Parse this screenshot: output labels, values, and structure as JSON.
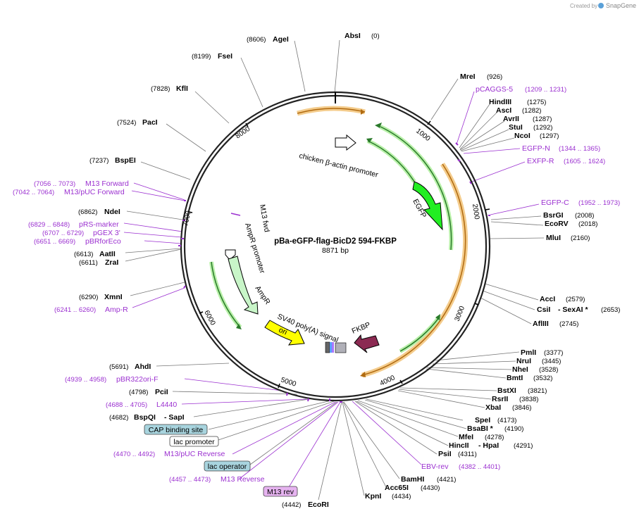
{
  "header": {
    "created_by": "Created by",
    "brand": "SnapGene",
    "brand_color": "#5aa0d8"
  },
  "plasmid": {
    "name": "pBa-eGFP-flag-BicD2 594-FKBP",
    "length_label": "8871 bp"
  },
  "ticks": [
    "1000",
    "2000",
    "3000",
    "4000",
    "5000",
    "6000",
    "7000",
    "8000"
  ],
  "enzymes": [
    {
      "name": "AbsI",
      "pos": "(0)"
    },
    {
      "name": "MreI",
      "pos": "(926)"
    },
    {
      "name": "HindIII",
      "pos": "(1275)"
    },
    {
      "name": "AscI",
      "pos": "(1282)"
    },
    {
      "name": "AvrII",
      "pos": "(1287)"
    },
    {
      "name": "StuI",
      "pos": "(1292)"
    },
    {
      "name": "NcoI",
      "pos": "(1297)"
    },
    {
      "name": "BsrGI",
      "pos": "(2008)"
    },
    {
      "name": "EcoRV",
      "pos": "(2018)"
    },
    {
      "name": "MluI",
      "pos": "(2160)"
    },
    {
      "name": "AccI",
      "pos": "(2579)"
    },
    {
      "name": "CsiI",
      "pos": "(2653)",
      "extra": "- SexAI *"
    },
    {
      "name": "AflIII",
      "pos": "(2745)"
    },
    {
      "name": "PmlI",
      "pos": "(3377)"
    },
    {
      "name": "NruI",
      "pos": "(3445)"
    },
    {
      "name": "NheI",
      "pos": "(3528)"
    },
    {
      "name": "BmtI",
      "pos": "(3532)"
    },
    {
      "name": "BstXI",
      "pos": "(3821)"
    },
    {
      "name": "RsrII",
      "pos": "(3838)"
    },
    {
      "name": "XbaI",
      "pos": "(3846)"
    },
    {
      "name": "SpeI",
      "pos": "(4173)"
    },
    {
      "name": "BsaBI *",
      "pos": "(4190)"
    },
    {
      "name": "MfeI",
      "pos": "(4278)"
    },
    {
      "name": "HincII",
      "pos": "(4291)",
      "extra": "- HpaI"
    },
    {
      "name": "PsiI",
      "pos": "(4311)"
    },
    {
      "name": "BamHI",
      "pos": "(4421)"
    },
    {
      "name": "Acc65I",
      "pos": "(4430)"
    },
    {
      "name": "KpnI",
      "pos": "(4434)"
    },
    {
      "name": "EcoRI",
      "pos": "(4442)"
    },
    {
      "name": "BspQI",
      "pos": "(4682)",
      "extra": "- SapI"
    },
    {
      "name": "PciI",
      "pos": "(4798)"
    },
    {
      "name": "AhdI",
      "pos": "(5691)"
    },
    {
      "name": "XmnI",
      "pos": "(6290)"
    },
    {
      "name": "ZraI",
      "pos": "(6611)"
    },
    {
      "name": "AatII",
      "pos": "(6613)"
    },
    {
      "name": "NdeI",
      "pos": "(6862)"
    },
    {
      "name": "BspEI",
      "pos": "(7237)"
    },
    {
      "name": "PacI",
      "pos": "(7524)"
    },
    {
      "name": "KflI",
      "pos": "(7828)"
    },
    {
      "name": "FseI",
      "pos": "(8199)"
    },
    {
      "name": "AgeI",
      "pos": "(8606)"
    }
  ],
  "primers": [
    {
      "name": "pCAGGS-5",
      "pos": "(1209 .. 1231)"
    },
    {
      "name": "EGFP-N",
      "pos": "(1344 .. 1365)"
    },
    {
      "name": "EXFP-R",
      "pos": "(1605 .. 1624)"
    },
    {
      "name": "EGFP-C",
      "pos": "(1952 .. 1973)"
    },
    {
      "name": "EBV-rev",
      "pos": "(4382 .. 4401)"
    },
    {
      "name": "M13 Reverse",
      "pos": "(4457 .. 4473)"
    },
    {
      "name": "M13/pUC Reverse",
      "pos": "(4470 .. 4492)"
    },
    {
      "name": "L4440",
      "pos": "(4688 .. 4705)"
    },
    {
      "name": "pBR322ori-F",
      "pos": "(4939 .. 4958)"
    },
    {
      "name": "Amp-R",
      "pos": "(6241 .. 6260)"
    },
    {
      "name": "pBRforEco",
      "pos": "(6651 .. 6669)"
    },
    {
      "name": "pGEX 3'",
      "pos": "(6707 .. 6729)"
    },
    {
      "name": "pRS-marker",
      "pos": "(6829 .. 6848)"
    },
    {
      "name": "M13/pUC Forward",
      "pos": "(7042 .. 7064)"
    },
    {
      "name": "M13 Forward",
      "pos": "(7056 .. 7073)"
    }
  ],
  "boxed_features": [
    {
      "name": "CAP binding site",
      "color": "#a8d4de"
    },
    {
      "name": "lac promoter",
      "color": "#ffffff"
    },
    {
      "name": "lac operator",
      "color": "#a8d4de"
    },
    {
      "name": "M13 rev",
      "color": "#e6b3f0"
    }
  ],
  "features": {
    "chicken_bactin_promoter": "chicken β-actin promoter",
    "egfp": "EGFP",
    "fkbp": "FKBP",
    "sv40_polya_signal": "SV40 poly(A) signal",
    "ori": "ori",
    "ampr": "AmpR",
    "ampr_promoter": "AmpR promoter",
    "m13_fwd": "M13 fwd"
  },
  "colors": {
    "backbone": "#222222",
    "primer": "#9b30d0",
    "orf_green": "#2a8a2a",
    "orf_orange": "#e8a23a",
    "egfp_fill": "#22ee22",
    "ampr_fill": "#c8f5c8",
    "ori_fill": "#ffff00",
    "fkbp_fill": "#8b2a52",
    "cap_box": "#a8d4de",
    "m13rev_box": "#e6b3f0"
  }
}
